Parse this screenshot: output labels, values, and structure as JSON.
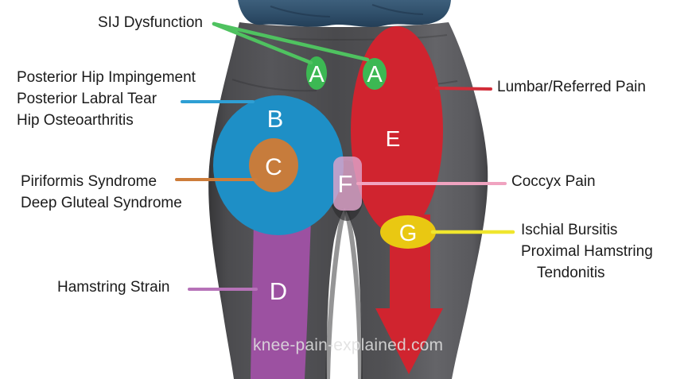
{
  "watermark": "knee-pain-explained.com",
  "figure": {
    "top_color": "#2e4d68",
    "leggings_color": "#4a4a4d"
  },
  "regions": {
    "a1": {
      "letter": "A",
      "color": "#3cb853"
    },
    "a2": {
      "letter": "A",
      "color": "#3cb853"
    },
    "b": {
      "letter": "B",
      "color": "#1e8fc6"
    },
    "c": {
      "letter": "C",
      "color": "#c77c3c"
    },
    "d": {
      "letter": "D",
      "color": "#9c51a1"
    },
    "e": {
      "letter": "E",
      "color": "#d0242f"
    },
    "f": {
      "letter": "F",
      "color": "#dea3cb"
    },
    "g": {
      "letter": "G",
      "color": "#e9c812"
    }
  },
  "labels": {
    "sij": {
      "text": "SIJ Dysfunction",
      "line_color": "#4fc260"
    },
    "hip": {
      "line1": "Posterior Hip Impingement",
      "line2": "Posterior Labral Tear",
      "line3": "Hip Osteoarthritis",
      "line_color": "#2e9fd4"
    },
    "piriformis": {
      "line1": "Piriformis Syndrome",
      "line2": "Deep Gluteal Syndrome",
      "line_color": "#cd7d3a"
    },
    "hamstring": {
      "text": "Hamstring Strain",
      "line_color": "#b672b8"
    },
    "lumbar": {
      "text": "Lumbar/Referred Pain",
      "line_color": "#d22c38"
    },
    "coccyx": {
      "text": "Coccyx Pain",
      "line_color": "#f0a3c0"
    },
    "ischial": {
      "line1": "Ischial Bursitis",
      "line2": "Proximal Hamstring",
      "line3": "Tendonitis",
      "line_color": "#f0e62e"
    }
  }
}
